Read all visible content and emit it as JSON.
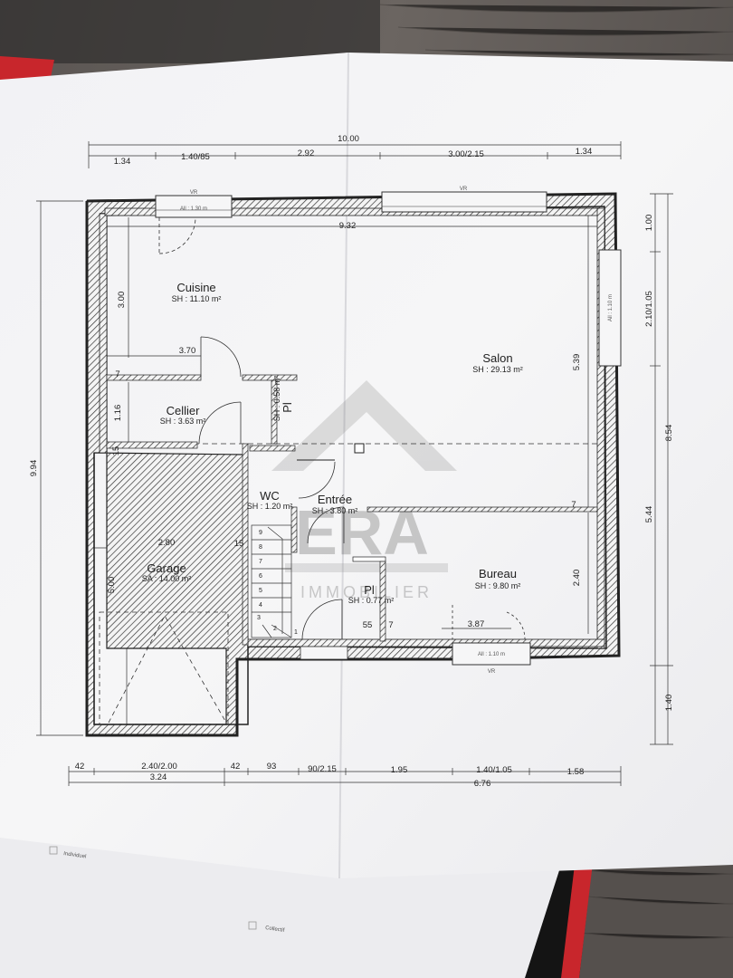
{
  "plan": {
    "rooms": {
      "cuisine": {
        "name": "Cuisine",
        "area": "SH : 11.10 m²"
      },
      "cellier": {
        "name": "Cellier",
        "area": "SH : 3.63 m²"
      },
      "salon": {
        "name": "Salon",
        "area": "SH : 29.13 m²"
      },
      "wc": {
        "name": "WC",
        "area": "SH : 1.20 m²"
      },
      "entree": {
        "name": "Entrée",
        "area": "SH : 3.80 m²"
      },
      "garage": {
        "name": "Garage",
        "area": "SA : 14.00 m²"
      },
      "bureau": {
        "name": "Bureau",
        "area": "SH : 9.80 m²"
      },
      "placard_top": {
        "name": "Pl",
        "area": "SH : 0.58 m²"
      },
      "placard_bottom": {
        "name": "Pl",
        "area": "SH : 0.77 m²"
      }
    },
    "top_dims": {
      "total": "10.00",
      "segments": [
        "1.34",
        "1.40/85",
        "2.92",
        "3.00/2.15",
        "1.34"
      ]
    },
    "bottom_dims": {
      "segments": [
        "42",
        "2.40/2.00",
        "42",
        "93",
        "90/2.15",
        "1.95",
        "1.40/1.05",
        "1.58"
      ],
      "totals": [
        "3.24",
        "6.76"
      ]
    },
    "left_dims": {
      "total": "9.94"
    },
    "right_dims": {
      "segments": [
        "1.00",
        "2.10/1.05",
        "8.54",
        "5.44",
        "1.40"
      ]
    },
    "inner_dims": {
      "width_top": "9.32",
      "cuisine_h": "3.00",
      "cuisine_w": "3.70",
      "seven_a": "7",
      "cellier_h": "1.16",
      "fifteen_a": "15",
      "salon_h": "5.39",
      "garage_w": "2.80",
      "fifteen_b": "15",
      "garage_h": "5.00",
      "seven_b": "7",
      "bureau_h": "2.40",
      "bureau_w": "3.87",
      "pl_w": "55",
      "seven_c": "7"
    },
    "window_labels": {
      "vr": "VR",
      "all_130": "All : 1.30 m",
      "all_110_r": "All : 1.10 m",
      "all_110_b": "All : 1.10 m"
    },
    "stair_steps": [
      "1",
      "2",
      "3",
      "4",
      "5",
      "6",
      "7",
      "8",
      "9"
    ]
  },
  "watermark": {
    "logo": "ERA",
    "subtitle": "IMMOBILIER"
  },
  "under_sheet": {
    "option_1": "Individuel",
    "option_2": "Collectif"
  },
  "colors": {
    "paper": "#f3f2f4",
    "ink": "#222222",
    "table": "#4a4643",
    "red_binder": "#c8262c"
  }
}
